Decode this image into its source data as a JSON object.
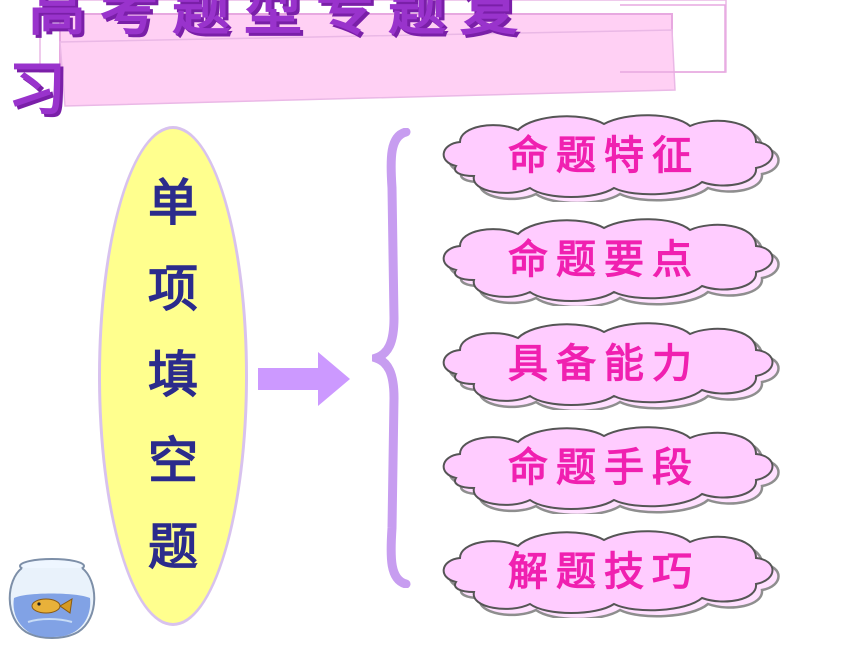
{
  "title": {
    "line1": "高考题型专题复",
    "line2": "习"
  },
  "left_panel": {
    "chars": [
      "单",
      "项",
      "填",
      "空",
      "题"
    ]
  },
  "items": [
    {
      "label": "命题特征"
    },
    {
      "label": "命题要点"
    },
    {
      "label": "具备能力"
    },
    {
      "label": "命题手段"
    },
    {
      "label": "解题技巧"
    }
  ],
  "colors": {
    "title": "#9933cc",
    "banner_fill": "#ffd0f4",
    "ellipse_fill": "#ffff8e",
    "vertical_text": "#2b2b8c",
    "cloud_fill": "#ffccff",
    "cloud_text": "#f020b0",
    "brace": "#c79df0",
    "arrow": "#cc99ff"
  },
  "icons": {
    "arrow": "right-arrow-icon",
    "brace": "left-curly-brace-icon",
    "decor": "fishbowl-icon"
  }
}
